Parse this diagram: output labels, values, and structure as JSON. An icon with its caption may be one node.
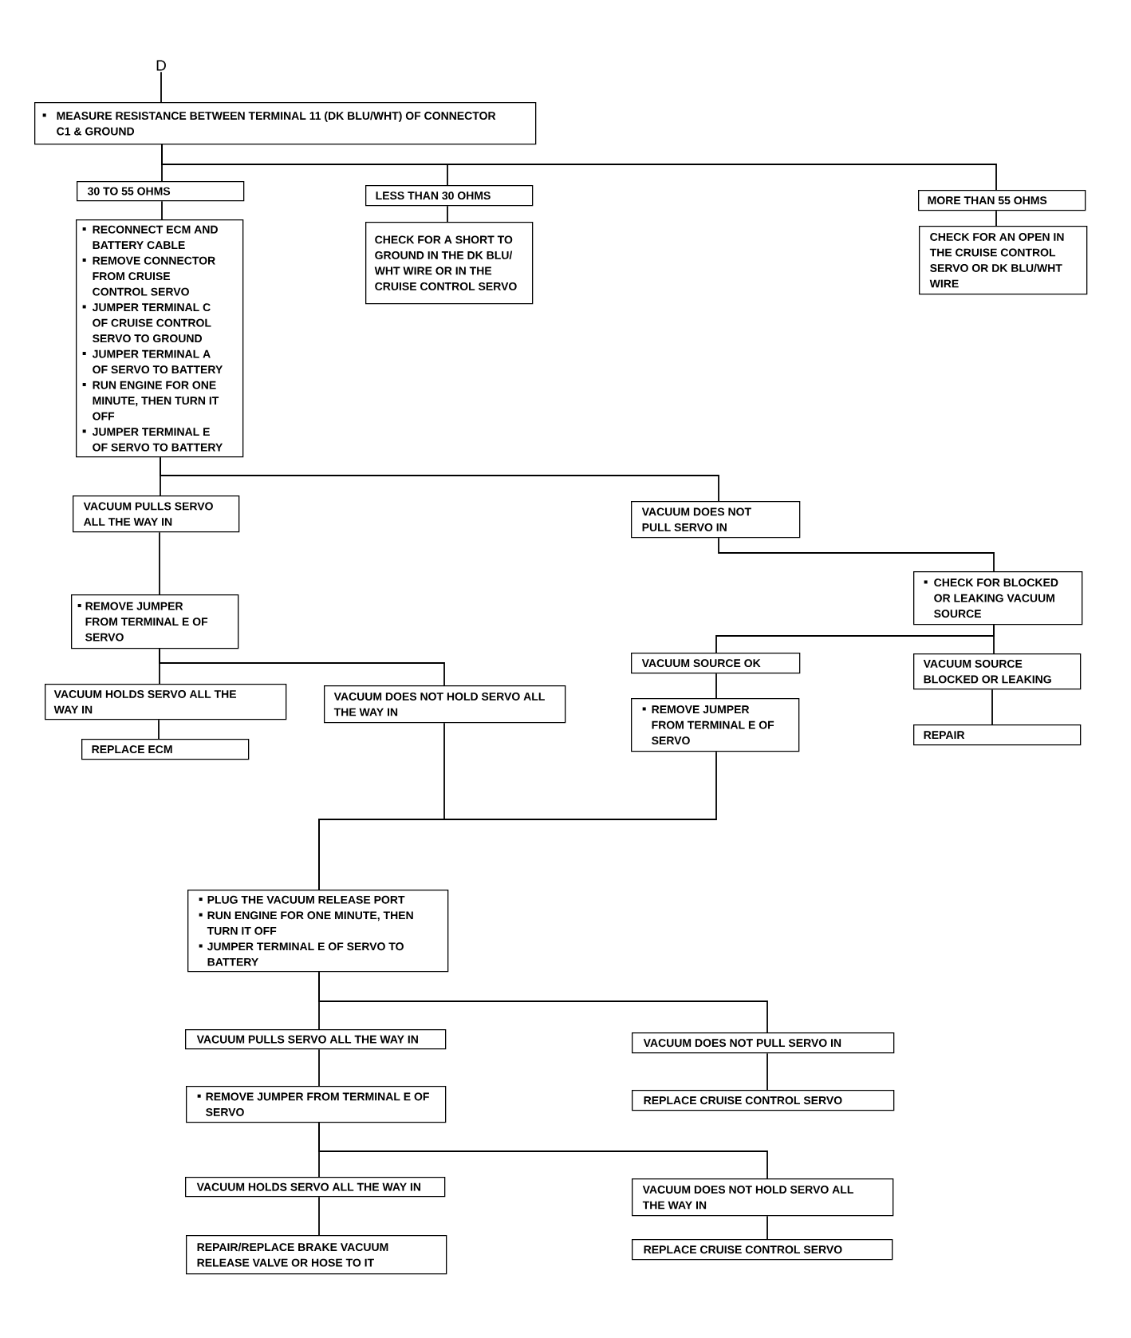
{
  "diagram": {
    "nodes": [
      {
        "text": [
          "D"
        ]
      },
      {
        "text": [
          "MEASURE RESISTANCE BETWEEN TERMINAL 11 (DK BLU/WHT) OF CONNECTOR C1 & GROUND"
        ]
      },
      {
        "text": [
          "30 TO 55 OHMS"
        ]
      },
      {
        "text": [
          "LESS THAN 30 OHMS"
        ]
      },
      {
        "text": [
          "MORE THAN 55 OHMS"
        ]
      },
      {
        "text": [
          "RECONNECT ECM AND BATTERY CABLE",
          "REMOVE CONNECTOR FROM CRUISE CONTROL SERVO",
          "JUMPER TERMINAL C OF CRUISE CONTROL SERVO TO GROUND",
          "JUMPER TERMINAL A OF SERVO TO BATTERY",
          "RUN ENGINE FOR ONE MINUTE, THEN TURN IT OFF",
          "JUMPER TERMINAL E OF SERVO TO BATTERY"
        ]
      },
      {
        "text": [
          "CHECK FOR A SHORT TO GROUND IN THE DK BLU/ WHT WIRE OR IN THE CRUISE CONTROL SERVO"
        ]
      },
      {
        "text": [
          "CHECK FOR AN OPEN IN THE CRUISE CONTROL SERVO OR DK BLU/WHT WIRE"
        ]
      },
      {
        "text": [
          "VACUUM PULLS SERVO ALL THE WAY IN"
        ]
      },
      {
        "text": [
          "VACUUM DOES NOT PULL SERVO IN"
        ]
      },
      {
        "text": [
          "REMOVE JUMPER FROM TERMINAL E OF SERVO"
        ]
      },
      {
        "text": [
          "CHECK FOR BLOCKED OR LEAKING VACUUM SOURCE"
        ]
      },
      {
        "text": [
          "VACUUM SOURCE OK"
        ]
      },
      {
        "text": [
          "VACUUM SOURCE BLOCKED OR LEAKING"
        ]
      },
      {
        "text": [
          "VACUUM HOLDS SERVO ALL THE WAY IN"
        ]
      },
      {
        "text": [
          "VACUUM DOES NOT HOLD SERVO ALL THE WAY IN"
        ]
      },
      {
        "text": [
          "REMOVE JUMPER FROM TERMINAL E OF SERVO"
        ]
      },
      {
        "text": [
          "REPAIR"
        ]
      },
      {
        "text": [
          "REPLACE ECM"
        ]
      },
      {
        "text": [
          "PLUG THE VACUUM RELEASE PORT",
          "RUN ENGINE FOR ONE MINUTE, THEN TURN IT OFF",
          "JUMPER TERMINAL E OF SERVO TO BATTERY"
        ]
      },
      {
        "text": [
          "VACUUM PULLS SERVO ALL THE WAY IN"
        ]
      },
      {
        "text": [
          "VACUUM DOES NOT PULL SERVO IN"
        ]
      },
      {
        "text": [
          "REMOVE JUMPER FROM TERMINAL E OF SERVO"
        ]
      },
      {
        "text": [
          "REPLACE CRUISE CONTROL SERVO"
        ]
      },
      {
        "text": [
          "VACUUM HOLDS SERVO ALL THE WAY IN"
        ]
      },
      {
        "text": [
          "VACUUM DOES NOT HOLD SERVO ALL THE WAY IN"
        ]
      },
      {
        "text": [
          "REPAIR/REPLACE BRAKE VACUUM RELEASE VALVE OR HOSE TO IT"
        ]
      },
      {
        "text": [
          "REPLACE CRUISE CONTROL SERVO"
        ]
      }
    ],
    "edges": [
      {
        "from": 0,
        "to": 1,
        "arrow": "none"
      },
      {
        "from": 1,
        "to": 2,
        "arrow": "none"
      },
      {
        "from": 1,
        "to": 3,
        "arrow": "none"
      },
      {
        "from": 1,
        "to": 4,
        "arrow": "none"
      },
      {
        "from": 2,
        "to": 5,
        "arrow": "none"
      },
      {
        "from": 3,
        "to": 6,
        "arrow": "none"
      },
      {
        "from": 4,
        "to": 7,
        "arrow": "none"
      },
      {
        "from": 5,
        "to": 8,
        "arrow": "none"
      },
      {
        "from": 5,
        "to": 9,
        "arrow": "none"
      },
      {
        "from": 8,
        "to": 10,
        "arrow": "none"
      },
      {
        "from": 9,
        "to": 11,
        "arrow": "none"
      },
      {
        "from": 10,
        "to": 14,
        "arrow": "none"
      },
      {
        "from": 10,
        "to": 15,
        "arrow": "none"
      },
      {
        "from": 11,
        "to": 12,
        "arrow": "none"
      },
      {
        "from": 11,
        "to": 13,
        "arrow": "none"
      },
      {
        "from": 12,
        "to": 16,
        "arrow": "none"
      },
      {
        "from": 13,
        "to": 17,
        "arrow": "none"
      },
      {
        "from": 14,
        "to": 18,
        "arrow": "none"
      },
      {
        "from": 15,
        "to": 19,
        "arrow": "none"
      },
      {
        "from": 16,
        "to": 19,
        "arrow": "none"
      },
      {
        "from": 19,
        "to": 20,
        "arrow": "none"
      },
      {
        "from": 19,
        "to": 21,
        "arrow": "none"
      },
      {
        "from": 20,
        "to": 22,
        "arrow": "none"
      },
      {
        "from": 21,
        "to": 23,
        "arrow": "none"
      },
      {
        "from": 22,
        "to": 24,
        "arrow": "none"
      },
      {
        "from": 22,
        "to": 25,
        "arrow": "none"
      },
      {
        "from": 24,
        "to": 26,
        "arrow": "none"
      },
      {
        "from": 25,
        "to": 27,
        "arrow": "none"
      }
    ]
  }
}
